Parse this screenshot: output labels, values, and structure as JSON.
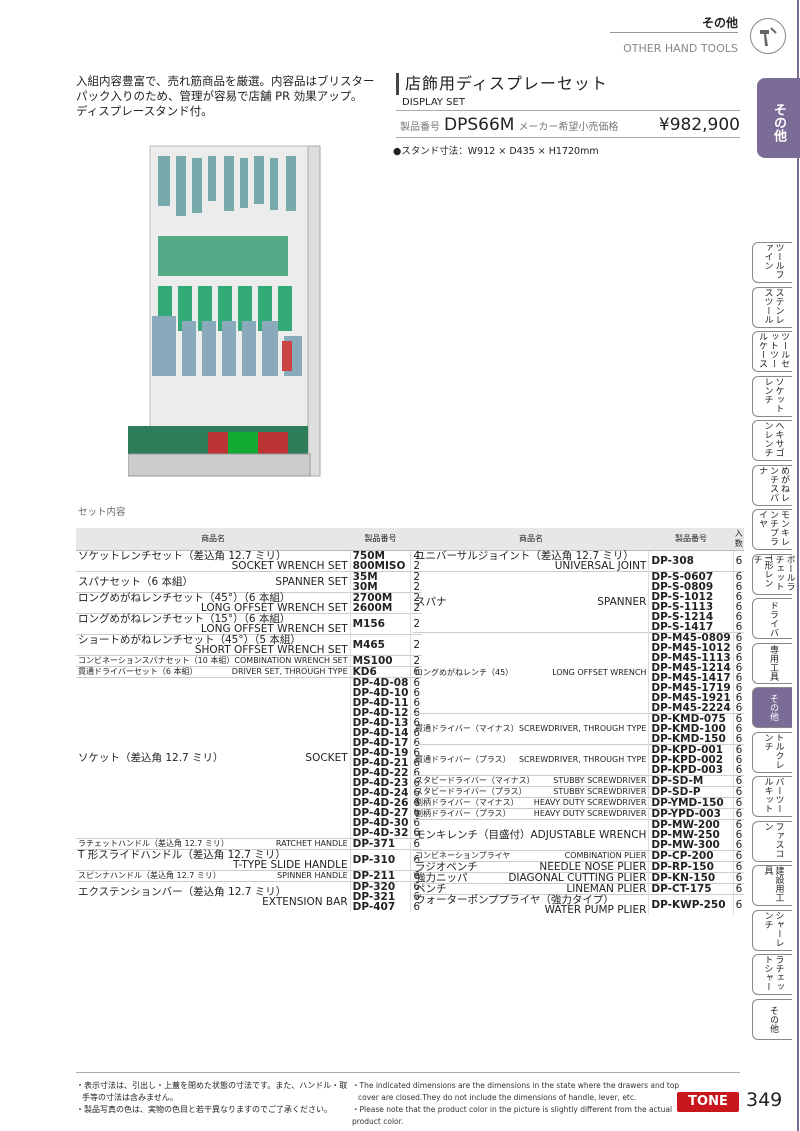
{
  "header": {
    "category_jp": "その他",
    "category_en": "OTHER HAND TOOLS",
    "icon": "hammer-wrench-icon"
  },
  "intro": [
    "入組内容豊富で、売れ筋商品を厳選。内容品はブリスター",
    "パック入りのため、管理が容易で店舗 PR 効果アップ。",
    "ディスプレースタンド付。"
  ],
  "product": {
    "title_jp": "店飾用ディスプレーセット",
    "title_en": "DISPLAY SET",
    "code_label": "製品番号",
    "code": "DPS66M",
    "price_label": "メーカー希望小売価格",
    "price": "¥982,900",
    "dims": "●スタンド寸法：W912 × D435 × H1720mm"
  },
  "set_label": "セット内容",
  "table_headers": {
    "name": "商品名",
    "code": "製品番号",
    "qty": "入数"
  },
  "left_rows": [
    {
      "jp": "ソケットレンチセット（差込角 12.7 ミリ）",
      "en": "SOCKET WRENCH SET",
      "codes": [
        "750M",
        "800MISO"
      ],
      "qtys": [
        "4",
        "2"
      ]
    },
    {
      "jp": "スパナセット（6 本組）",
      "en": "SPANNER SET",
      "inline": true,
      "codes": [
        "35M",
        "30M"
      ],
      "qtys": [
        "2",
        "2"
      ]
    },
    {
      "jp": "ロングめがねレンチセット（45°）（6 本組）",
      "en": "LONG OFFSET WRENCH SET",
      "codes": [
        "2700M",
        "2600M"
      ],
      "qtys": [
        "2",
        "2"
      ]
    },
    {
      "jp": "ロングめがねレンチセット（15°）（6 本組）",
      "en": "LONG OFFSET WRENCH SET",
      "codes": [
        "M156"
      ],
      "qtys": [
        "2"
      ]
    },
    {
      "jp": "ショートめがねレンチセット（45°）（5 本組）",
      "en": "SHORT OFFSET WRENCH SET",
      "codes": [
        "M465"
      ],
      "qtys": [
        "2"
      ]
    },
    {
      "jp": "コンビネーションスパナセット（10 本組）",
      "en": "COMBINATION WRENCH SET",
      "inline": true,
      "small": true,
      "codes": [
        "MS100"
      ],
      "qtys": [
        "2"
      ]
    },
    {
      "jp": "貫通ドライバーセット（6 本組）",
      "en": "DRIVER SET, THROUGH TYPE",
      "inline": true,
      "small": true,
      "codes": [
        "KD6"
      ],
      "qtys": [
        "6"
      ]
    },
    {
      "jp": "ソケット（差込角 12.7 ミリ）",
      "en": "SOCKET",
      "inline": true,
      "codes": [
        "DP-4D-08",
        "DP-4D-10",
        "DP-4D-11",
        "DP-4D-12",
        "DP-4D-13",
        "DP-4D-14",
        "DP-4D-17",
        "DP-4D-19",
        "DP-4D-21",
        "DP-4D-22",
        "DP-4D-23",
        "DP-4D-24",
        "DP-4D-26",
        "DP-4D-27",
        "DP-4D-30",
        "DP-4D-32"
      ],
      "qtys": [
        "6",
        "6",
        "6",
        "6",
        "6",
        "6",
        "6",
        "6",
        "6",
        "6",
        "6",
        "6",
        "6",
        "6",
        "6",
        "6"
      ]
    },
    {
      "jp": "ラチェットハンドル（差込角 12.7 ミリ）",
      "en": "RATCHET HANDLE",
      "inline": true,
      "small": true,
      "codes": [
        "DP-371"
      ],
      "qtys": [
        "6"
      ]
    },
    {
      "jp": "T 形スライドハンドル（差込角 12.7 ミリ）",
      "en": "T-TYPE SLIDE HANDLE",
      "codes": [
        "DP-310"
      ],
      "qtys": [
        "6"
      ]
    },
    {
      "jp": "スピンナハンドル（差込角 12.7 ミリ）",
      "en": "SPINNER HANDLE",
      "inline": true,
      "small": true,
      "codes": [
        "DP-211"
      ],
      "qtys": [
        "6"
      ]
    },
    {
      "jp": "エクステンションバー（差込角 12.7 ミリ）",
      "en": "EXTENSION BAR",
      "codes": [
        "DP-320",
        "DP-321",
        "DP-407"
      ],
      "qtys": [
        "6",
        "6",
        "6"
      ]
    }
  ],
  "right_rows": [
    {
      "jp": "ユニバーサルジョイント（差込角 12.7 ミリ）",
      "en": "UNIVERSAL JOINT",
      "codes": [
        "DP-308"
      ],
      "qtys": [
        "6"
      ]
    },
    {
      "jp": "スパナ",
      "en": "SPANNER",
      "inline": true,
      "codes": [
        "DP-S-0607",
        "DP-S-0809",
        "DP-S-1012",
        "DP-S-1113",
        "DP-S-1214",
        "DP-S-1417"
      ],
      "qtys": [
        "6",
        "6",
        "6",
        "6",
        "6",
        "6"
      ]
    },
    {
      "jp": "ロングめがねレンチ（45）",
      "en": "LONG OFFSET WRENCH",
      "inline": true,
      "small": true,
      "codes": [
        "DP-M45-0809",
        "DP-M45-1012",
        "DP-M45-1113",
        "DP-M45-1214",
        "DP-M45-1417",
        "DP-M45-1719",
        "DP-M45-1921",
        "DP-M45-2224"
      ],
      "qtys": [
        "6",
        "6",
        "6",
        "6",
        "6",
        "6",
        "6",
        "6"
      ]
    },
    {
      "jp": "貫通ドライバー（マイナス）",
      "en": "SCREWDRIVER, THROUGH TYPE",
      "inline": true,
      "small": true,
      "codes": [
        "DP-KMD-075",
        "DP-KMD-100",
        "DP-KMD-150"
      ],
      "qtys": [
        "6",
        "6",
        "6"
      ]
    },
    {
      "jp": "貫通ドライバー（プラス）",
      "en": "SCREWDRIVER, THROUGH TYPE",
      "inline": true,
      "small": true,
      "codes": [
        "DP-KPD-001",
        "DP-KPD-002",
        "DP-KPD-003"
      ],
      "qtys": [
        "6",
        "6",
        "6"
      ]
    },
    {
      "jp": "スタビードライバー（マイナス）",
      "en": "STUBBY SCREWDRIVER",
      "inline": true,
      "small": true,
      "codes": [
        "DP-SD-M"
      ],
      "qtys": [
        "6"
      ]
    },
    {
      "jp": "スタビードライバー（プラス）",
      "en": "STUBBY SCREWDRIVER",
      "inline": true,
      "small": true,
      "codes": [
        "DP-SD-P"
      ],
      "qtys": [
        "6"
      ]
    },
    {
      "jp": "割柄ドライバー（マイナス）",
      "en": "HEAVY DUTY SCREWDRIVER",
      "inline": true,
      "small": true,
      "codes": [
        "DP-YMD-150"
      ],
      "qtys": [
        "6"
      ]
    },
    {
      "jp": "割柄ドライバー（プラス）",
      "en": "HEAVY DUTY SCREWDRIVER",
      "inline": true,
      "small": true,
      "codes": [
        "DP-YPD-003"
      ],
      "qtys": [
        "6"
      ]
    },
    {
      "jp": "モンキレンチ（目盛付）",
      "en": "ADJUSTABLE WRENCH",
      "inline": true,
      "codes": [
        "DP-MW-200",
        "DP-MW-250",
        "DP-MW-300"
      ],
      "qtys": [
        "6",
        "6",
        "6"
      ]
    },
    {
      "jp": "コンビネーションプライヤ",
      "en": "COMBINATION PLIER",
      "inline": true,
      "small": true,
      "codes": [
        "DP-CP-200"
      ],
      "qtys": [
        "6"
      ]
    },
    {
      "jp": "ラジオペンチ",
      "en": "NEEDLE NOSE PLIER",
      "inline": true,
      "codes": [
        "DP-RP-150"
      ],
      "qtys": [
        "6"
      ]
    },
    {
      "jp": "強力ニッパ",
      "en": "DIAGONAL CUTTING PLIER",
      "inline": true,
      "codes": [
        "DP-KN-150"
      ],
      "qtys": [
        "6"
      ]
    },
    {
      "jp": "ペンチ",
      "en": "LINEMAN PLIER",
      "inline": true,
      "codes": [
        "DP-CT-175"
      ],
      "qtys": [
        "6"
      ]
    },
    {
      "jp": "ウォーターポンププライヤ（強力タイプ）",
      "en": "WATER PUMP PLIER",
      "codes": [
        "DP-KWP-250"
      ],
      "qtys": [
        "6"
      ]
    }
  ],
  "sidebar": {
    "active": "その他",
    "tabs": [
      "ツールファイン",
      "ステンレスツール",
      "ツールセットツールケース",
      "ソケットレンチ",
      "ヘキサゴンレンチ",
      "めがねレンチスパナ",
      "モンキレンチプライヤ",
      "ボールラチェットT形レンチ",
      "ドライバ",
      "専用工具",
      "その他",
      "トルクレンチ",
      "バーツールキット",
      "ファスコン",
      "建設用工具",
      "シャーレンチ",
      "ラチェットシャー",
      "その他"
    ],
    "active_tab": 10
  },
  "footer": {
    "jp": [
      "・表示寸法は、引出し・上蓋を閉めた状態の寸法です。また、ハンドル・取",
      "手等の寸法は含みません。",
      "・製品写真の色は、実物の色目と若干異なりますのでご了承ください。"
    ],
    "en": [
      "・The indicated dimensions are the dimensions in the state where the drawers and top",
      "cover are closed.They do not include the dimensions of handle, lever, etc.",
      "・Please note that the product color in the picture is slightly different from the actual product color."
    ],
    "brand": "TONE",
    "page": "349"
  },
  "colors": {
    "accent": "#7a6c96",
    "brand": "#c8161d"
  }
}
